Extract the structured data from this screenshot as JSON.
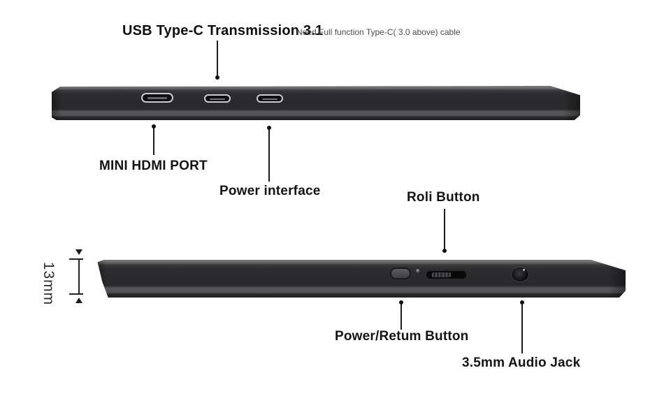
{
  "scene": {
    "background": "#ffffff",
    "subject": "portable monitor edge views with port and button callouts"
  },
  "colors": {
    "device_body": "#2b2b2d",
    "device_bottom_bevel": "#55555a",
    "device_top_edge": "#7a7a7e",
    "port_outline": "#c9cbd0",
    "label_text": "#141414",
    "note_text": "#4b4b4b"
  },
  "top_view": {
    "title": "USB Type-C Transmission 3.1",
    "note": "Need Full function Type-C( 3.0 above) cable",
    "label_mini_hdmi": "MINI HDMI PORT",
    "label_power_interface": "Power interface",
    "ports": [
      "mini-hdmi-port",
      "usb-c-port",
      "usb-c-port"
    ]
  },
  "bottom_view": {
    "label_roli": "Roli Button",
    "label_power_return": "Power/Retum Button",
    "label_audio_jack": "3.5mm Audio Jack",
    "dimension_label": "13mm",
    "features": [
      "power-button",
      "indicator-dot",
      "roli-slider",
      "audio-jack"
    ]
  }
}
